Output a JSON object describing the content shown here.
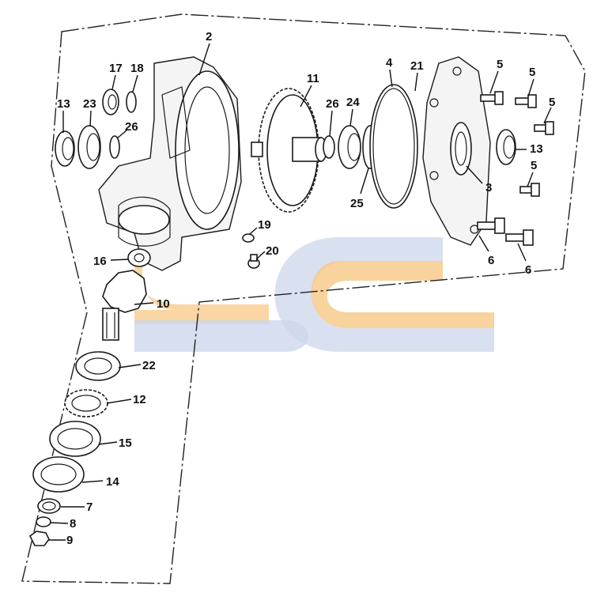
{
  "watermark": {
    "text": "SC",
    "colors": {
      "orange": "#f6c680",
      "blue": "#c7d2ea"
    }
  },
  "callouts": [
    {
      "id": "c2",
      "label": "2"
    },
    {
      "id": "c11",
      "label": "11"
    },
    {
      "id": "c4",
      "label": "4"
    },
    {
      "id": "c21",
      "label": "21"
    },
    {
      "id": "c5a",
      "label": "5"
    },
    {
      "id": "c5b",
      "label": "5"
    },
    {
      "id": "c5c",
      "label": "5"
    },
    {
      "id": "c5d",
      "label": "5"
    },
    {
      "id": "c17",
      "label": "17"
    },
    {
      "id": "c18",
      "label": "18"
    },
    {
      "id": "c13a",
      "label": "13"
    },
    {
      "id": "c23",
      "label": "23"
    },
    {
      "id": "c26a",
      "label": "26"
    },
    {
      "id": "c26b",
      "label": "26"
    },
    {
      "id": "c24",
      "label": "24"
    },
    {
      "id": "c13b",
      "label": "13"
    },
    {
      "id": "c3",
      "label": "3"
    },
    {
      "id": "c25",
      "label": "25"
    },
    {
      "id": "c19",
      "label": "19"
    },
    {
      "id": "c20",
      "label": "20"
    },
    {
      "id": "c16",
      "label": "16"
    },
    {
      "id": "c6a",
      "label": "6"
    },
    {
      "id": "c6b",
      "label": "6"
    },
    {
      "id": "c10",
      "label": "10"
    },
    {
      "id": "c22",
      "label": "22"
    },
    {
      "id": "c12",
      "label": "12"
    },
    {
      "id": "c15",
      "label": "15"
    },
    {
      "id": "c14",
      "label": "14"
    },
    {
      "id": "c7",
      "label": "7"
    },
    {
      "id": "c8",
      "label": "8"
    },
    {
      "id": "c9",
      "label": "9"
    }
  ]
}
